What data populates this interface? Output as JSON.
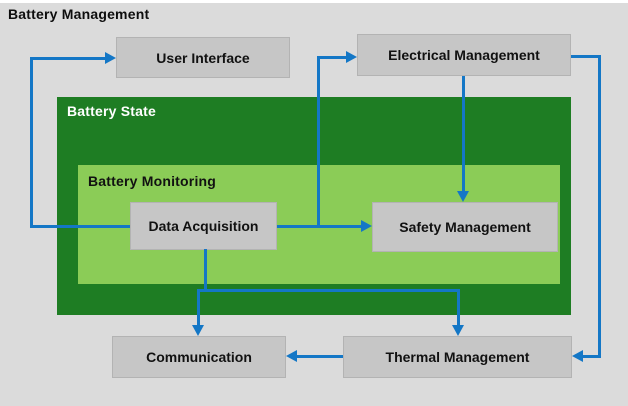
{
  "title": "Battery Management",
  "zones": {
    "battery_state": {
      "label": "Battery State"
    },
    "battery_monitoring": {
      "label": "Battery Monitoring"
    }
  },
  "nodes": {
    "user_interface": {
      "label": "User Interface"
    },
    "electrical_management": {
      "label": "Electrical Management"
    },
    "data_acquisition": {
      "label": "Data Acquisition"
    },
    "safety_management": {
      "label": "Safety Management"
    },
    "communication": {
      "label": "Communication"
    },
    "thermal_management": {
      "label": "Thermal Management"
    }
  },
  "edges": [
    {
      "from": "Data Acquisition",
      "to": "User Interface"
    },
    {
      "from": "Data Acquisition",
      "to": "Electrical Management"
    },
    {
      "from": "Data Acquisition",
      "to": "Safety Management"
    },
    {
      "from": "Electrical Management",
      "to": "Safety Management"
    },
    {
      "from": "Electrical Management",
      "to": "Thermal Management"
    },
    {
      "from": "Data Acquisition",
      "to": "Communication"
    },
    {
      "from": "Data Acquisition",
      "to": "Thermal Management"
    },
    {
      "from": "Thermal Management",
      "to": "Communication"
    }
  ],
  "colors": {
    "background": "#dbdbdb",
    "node_fill": "#c6c6c6",
    "zone_dark_green": "#1e7d23",
    "zone_light_green": "#8bcc57",
    "arrow_blue": "#1477c6",
    "title_text": "#0d0d0d",
    "zone_dark_label_text": "#ffffff",
    "zone_light_label_text": "#111111"
  }
}
